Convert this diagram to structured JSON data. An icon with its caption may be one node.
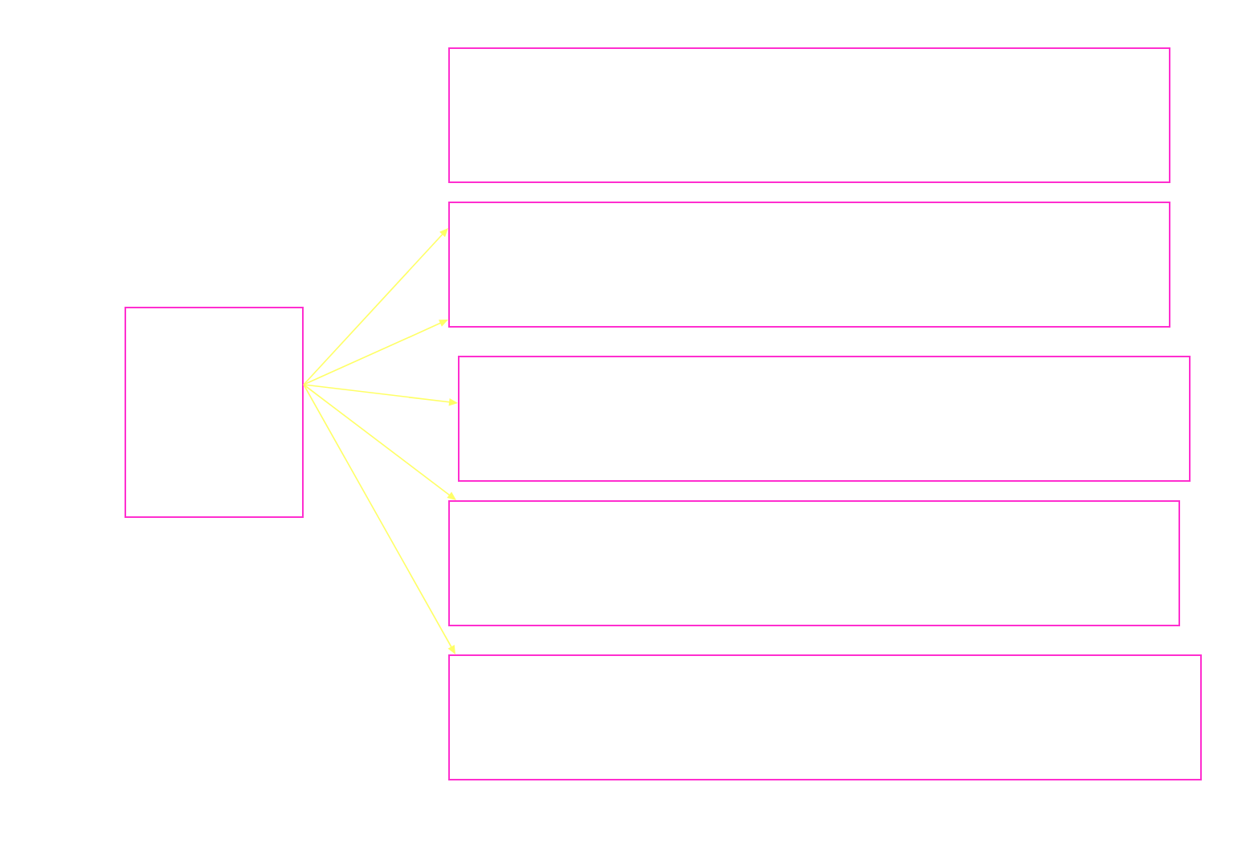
{
  "diagram": {
    "nodes": [
      {
        "text": [],
        "shape": "box"
      },
      {
        "text": [],
        "shape": "box"
      },
      {
        "text": [],
        "shape": "box"
      },
      {
        "text": [],
        "shape": "box"
      },
      {
        "text": [],
        "shape": "box"
      },
      {
        "text": [],
        "shape": "box"
      }
    ],
    "edges": [
      {
        "from": 0,
        "to": 2,
        "arrow": "to"
      },
      {
        "from": 0,
        "to": 2,
        "arrow": "to"
      },
      {
        "from": 0,
        "to": 3,
        "arrow": "to"
      },
      {
        "from": 0,
        "to": 4,
        "arrow": "to"
      },
      {
        "from": 0,
        "to": 5,
        "arrow": "to"
      }
    ]
  }
}
